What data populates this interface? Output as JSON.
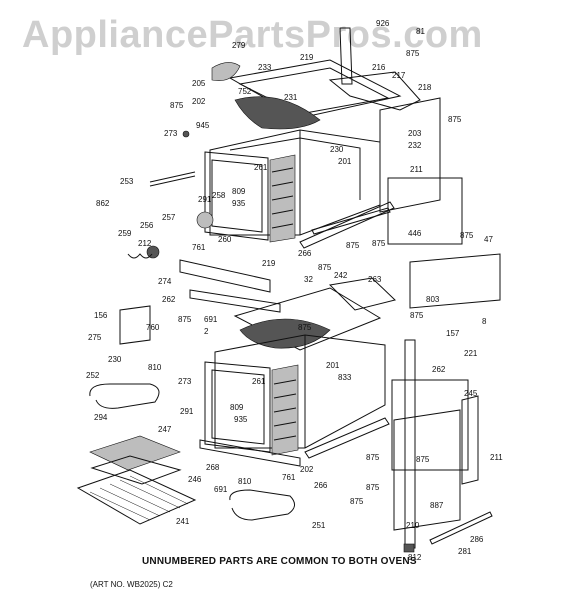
{
  "watermark": "AppliancePartsPros.com",
  "note": "UNNUMBERED PARTS ARE COMMON TO BOTH OVENS",
  "art_no": "(ART NO. WB2025) C2",
  "callouts": [
    "926",
    "81",
    "875",
    "219",
    "216",
    "217",
    "218",
    "875",
    "279",
    "205",
    "752",
    "233",
    "231",
    "202",
    "875",
    "273",
    "945",
    "203",
    "232",
    "230",
    "201",
    "261",
    "211",
    "253",
    "291",
    "809",
    "935",
    "258",
    "862",
    "257",
    "256",
    "260",
    "259",
    "212",
    "266",
    "875",
    "875",
    "446",
    "875",
    "47",
    "761",
    "219",
    "875",
    "242",
    "263",
    "274",
    "32",
    "803",
    "262",
    "691",
    "2",
    "875",
    "157",
    "156",
    "760",
    "275",
    "230",
    "201",
    "833",
    "875",
    "8",
    "875",
    "252",
    "810",
    "273",
    "261",
    "291",
    "809",
    "935",
    "221",
    "262",
    "294",
    "245",
    "247",
    "246",
    "268",
    "691",
    "810",
    "761",
    "202",
    "266",
    "875",
    "875",
    "211",
    "875",
    "887",
    "875",
    "241",
    "251",
    "210",
    "812",
    "281",
    "286"
  ]
}
